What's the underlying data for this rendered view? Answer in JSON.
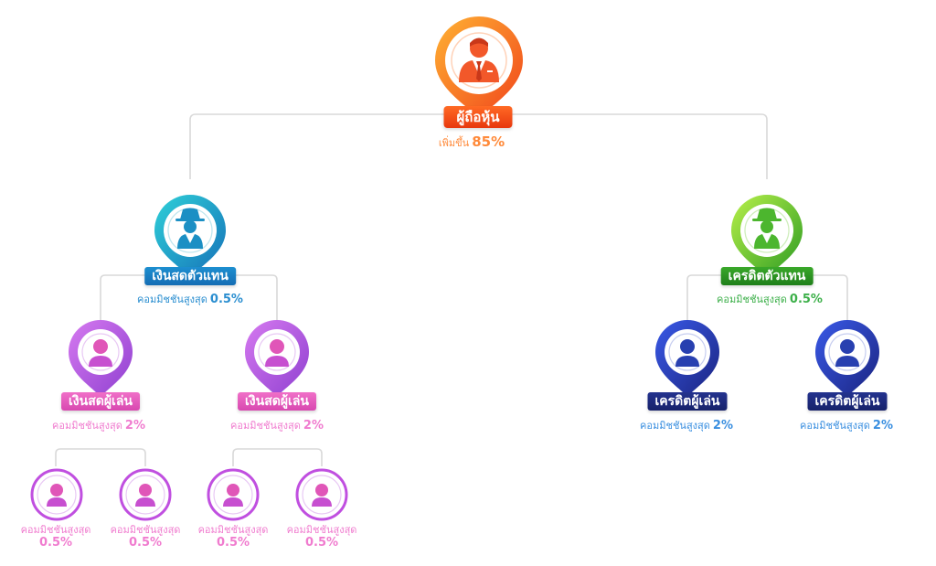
{
  "colors": {
    "connector": "#d9d9d9",
    "shareholder": "#ff7a1a",
    "cash_agent": "#1ba0c4",
    "credit_agent": "#3fb22a",
    "cash_player": "#c04fe0",
    "credit_player": "#1f3ba8",
    "pink_text": "#f07ccf",
    "blue_text": "#3a8fe0"
  },
  "shareholder": {
    "label": "ผู้ถือหุ้น",
    "rate_text": "เพิ่มขึ้น",
    "rate_value": "85%",
    "icon": "businessman-icon"
  },
  "cash_agent": {
    "label": "เงินสดตัวแทน",
    "rate_text": "คอมมิชชันสูงสุด",
    "rate_value": "0.5%",
    "icon": "detective-icon"
  },
  "credit_agent": {
    "label": "เครดิตตัวแทน",
    "rate_text": "คอมมิชชันสูงสุด",
    "rate_value": "0.5%",
    "icon": "detective-icon"
  },
  "cash_players": [
    {
      "label": "เงินสดผู้เล่น",
      "rate_text": "คอมมิชชันสูงสุด",
      "rate_value": "2%"
    },
    {
      "label": "เงินสดผู้เล่น",
      "rate_text": "คอมมิชชันสูงสุด",
      "rate_value": "2%"
    }
  ],
  "credit_players": [
    {
      "label": "เครดิตผู้เล่น",
      "rate_text": "คอมมิชชันสูงสุด",
      "rate_value": "2%"
    },
    {
      "label": "เครดิตผู้เล่น",
      "rate_text": "คอมมิชชันสูงสุด",
      "rate_value": "2%"
    }
  ],
  "sub_players": [
    {
      "rate_text": "คอมมิชชันสูงสุด",
      "rate_value": "0.5%"
    },
    {
      "rate_text": "คอมมิชชันสูงสุด",
      "rate_value": "0.5%"
    },
    {
      "rate_text": "คอมมิชชันสูงสุด",
      "rate_value": "0.5%"
    },
    {
      "rate_text": "คอมมิชชันสูงสุด",
      "rate_value": "0.5%"
    }
  ]
}
